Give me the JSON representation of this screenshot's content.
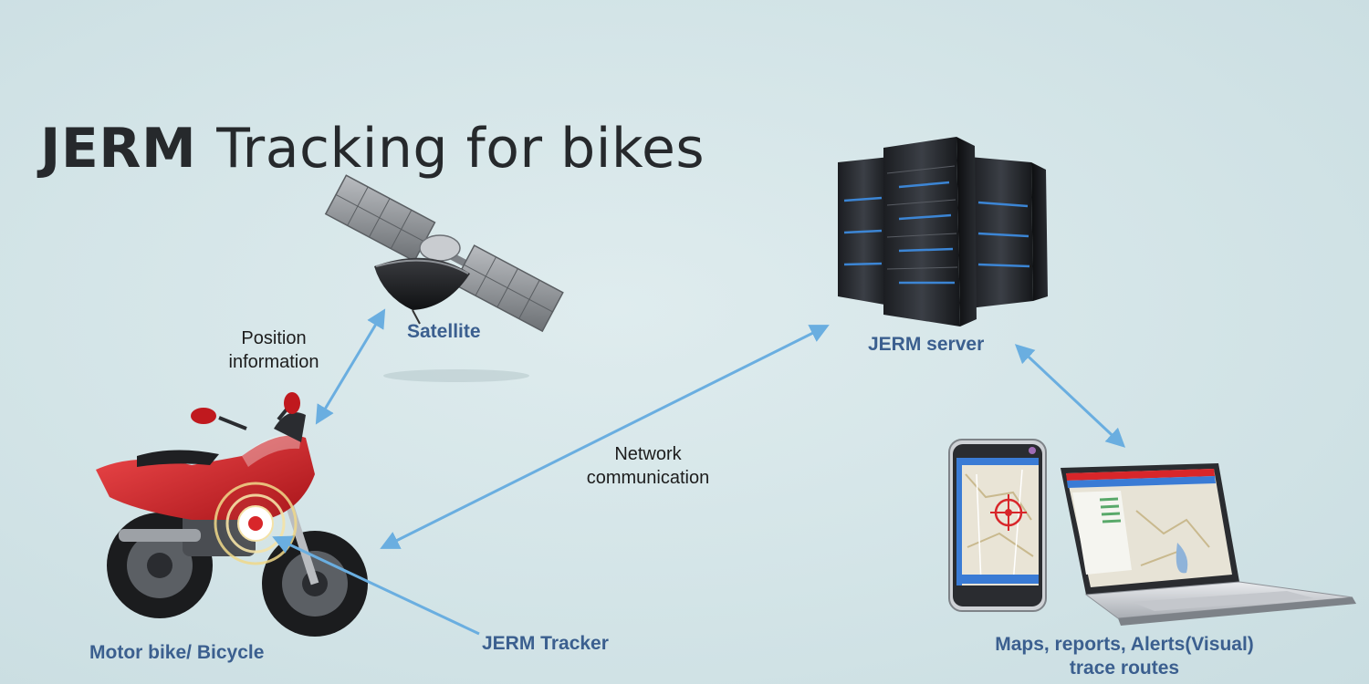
{
  "title": {
    "brand": "JERM",
    "rest": "Tracking for bikes"
  },
  "labels": {
    "satellite": "Satellite",
    "position_line1": "Position",
    "position_line2": "information",
    "server": "JERM server",
    "network_line1": "Network",
    "network_line2": "communication",
    "tracker": "JERM Tracker",
    "vehicle": "Motor bike/ Bicycle",
    "outputs_line1": "Maps, reports, Alerts(Visual)",
    "outputs_line2": "trace routes"
  },
  "colors": {
    "label_blue": "#3b5f8f",
    "arrow_blue": "#6aaee0",
    "background": "#d3e4e7",
    "bike_red": "#d8262a"
  }
}
